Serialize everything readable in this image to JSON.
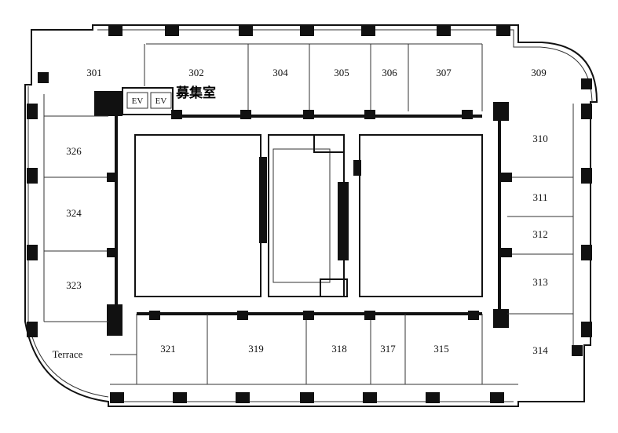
{
  "rooms": {
    "r301": "301",
    "r302": "302",
    "r304": "304",
    "r305": "305",
    "r306": "306",
    "r307": "307",
    "r309": "309",
    "r310": "310",
    "r311": "311",
    "r312": "312",
    "r313": "313",
    "r314": "314",
    "r315": "315",
    "r317": "317",
    "r318": "318",
    "r319": "319",
    "r321": "321",
    "r323": "323",
    "r324": "324",
    "r326": "326"
  },
  "terrace": "Terrace",
  "elevators": [
    "EV",
    "EV"
  ],
  "recruiting_label": "募集室",
  "colors": {
    "wall": "#111111",
    "background": "#ffffff"
  }
}
